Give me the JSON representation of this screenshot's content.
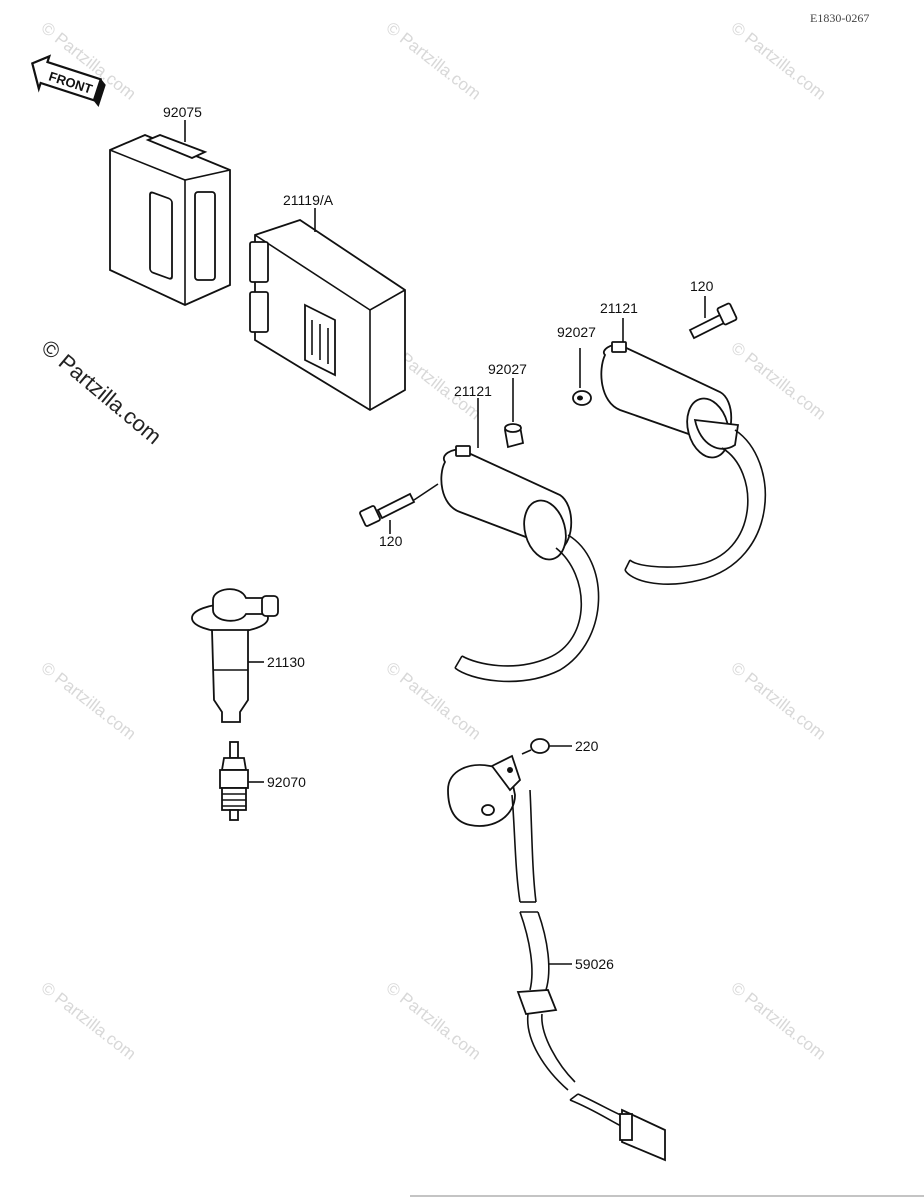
{
  "diagram_code": "E1830-0267",
  "front_arrow": {
    "label": "FRONT",
    "icon": "front-arrow-icon"
  },
  "side_watermark": "© Partzilla.com",
  "watermark_text": "© Partzilla.com",
  "parts": {
    "p92075": "92075",
    "p21119a": "21119/A",
    "p21121_upper": "21121",
    "p21121_lower": "21121",
    "p92027_upper": "92027",
    "p92027_lower": "92027",
    "p120_upper": "120",
    "p120_lower": "120",
    "p21130": "21130",
    "p92070": "92070",
    "p220": "220",
    "p59026": "59026"
  },
  "colors": {
    "line": "#111111",
    "watermark": "#d8d8d8",
    "background": "#ffffff"
  }
}
